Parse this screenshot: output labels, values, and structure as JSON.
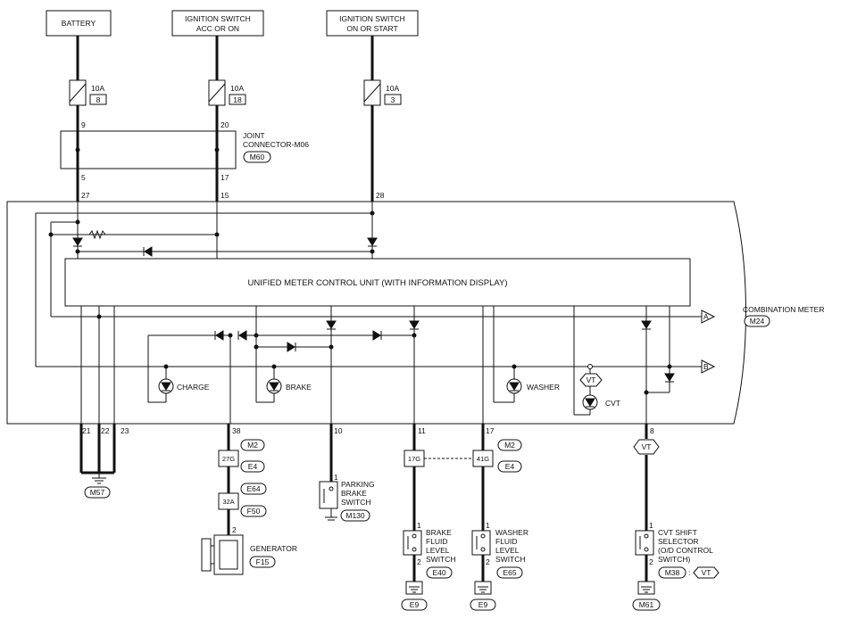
{
  "sources": {
    "battery": "BATTERY",
    "ign_acc_1": "IGNITION SWITCH",
    "ign_acc_2": "ACC OR ON",
    "ign_start_1": "IGNITION SWITCH",
    "ign_start_2": "ON OR START"
  },
  "fuses": [
    {
      "amp": "10A",
      "num": "8"
    },
    {
      "amp": "10A",
      "num": "18"
    },
    {
      "amp": "10A",
      "num": "3"
    }
  ],
  "joint": {
    "line1": "JOINT",
    "line2": "CONNECTOR-M06",
    "connector": "M60",
    "pins_top": [
      "9",
      "20"
    ],
    "pins_bottom": [
      "5",
      "17"
    ]
  },
  "meter": {
    "pins_top": [
      "27",
      "15",
      "28"
    ],
    "unit_label": "UNIFIED METER CONTROL UNIT (WITH INFORMATION DISPLAY)",
    "name": "COMBINATION METER",
    "connector": "M24",
    "arrow_a": "A",
    "arrow_b": "B",
    "lamps": [
      "CHARGE",
      "BRAKE",
      "WASHER",
      "CVT"
    ],
    "vt": "VT",
    "pins_bottom": [
      "21",
      "22",
      "23",
      "38",
      "10",
      "11",
      "17",
      "8"
    ]
  },
  "ground": {
    "connector": "M57"
  },
  "generator": {
    "connectors": [
      "M2",
      "E4",
      "E64",
      "F50"
    ],
    "terminals": [
      "27G",
      "32A"
    ],
    "pin": "2",
    "label": "GENERATOR",
    "connector": "F15"
  },
  "parking": {
    "pin": "1",
    "line1": "PARKING",
    "line2": "BRAKE",
    "line3": "SWITCH",
    "connector": "M130"
  },
  "brake_fluid": {
    "terminal": "17G",
    "pin1": "1",
    "pin2": "2",
    "line1": "BRAKE",
    "line2": "FLUID",
    "line3": "LEVEL",
    "line4": "SWITCH",
    "connector": "E40",
    "ground": "E9"
  },
  "washer_fluid": {
    "connectors": [
      "M2",
      "E4"
    ],
    "terminal": "41G",
    "pin1": "1",
    "pin2": "2",
    "line1": "WASHER",
    "line2": "FLUID",
    "line3": "LEVEL",
    "line4": "SWITCH",
    "connector": "E65",
    "ground": "E9"
  },
  "cvt_shift": {
    "vt": "VT",
    "pin1": "1",
    "pin2": "2",
    "line1": "CVT SHIFT",
    "line2": "SELECTOR",
    "line3": "(O/D CONTROL",
    "line4": "SWITCH)",
    "connector": "M38",
    "colon": ":",
    "vt2": "VT",
    "ground": "M61"
  }
}
